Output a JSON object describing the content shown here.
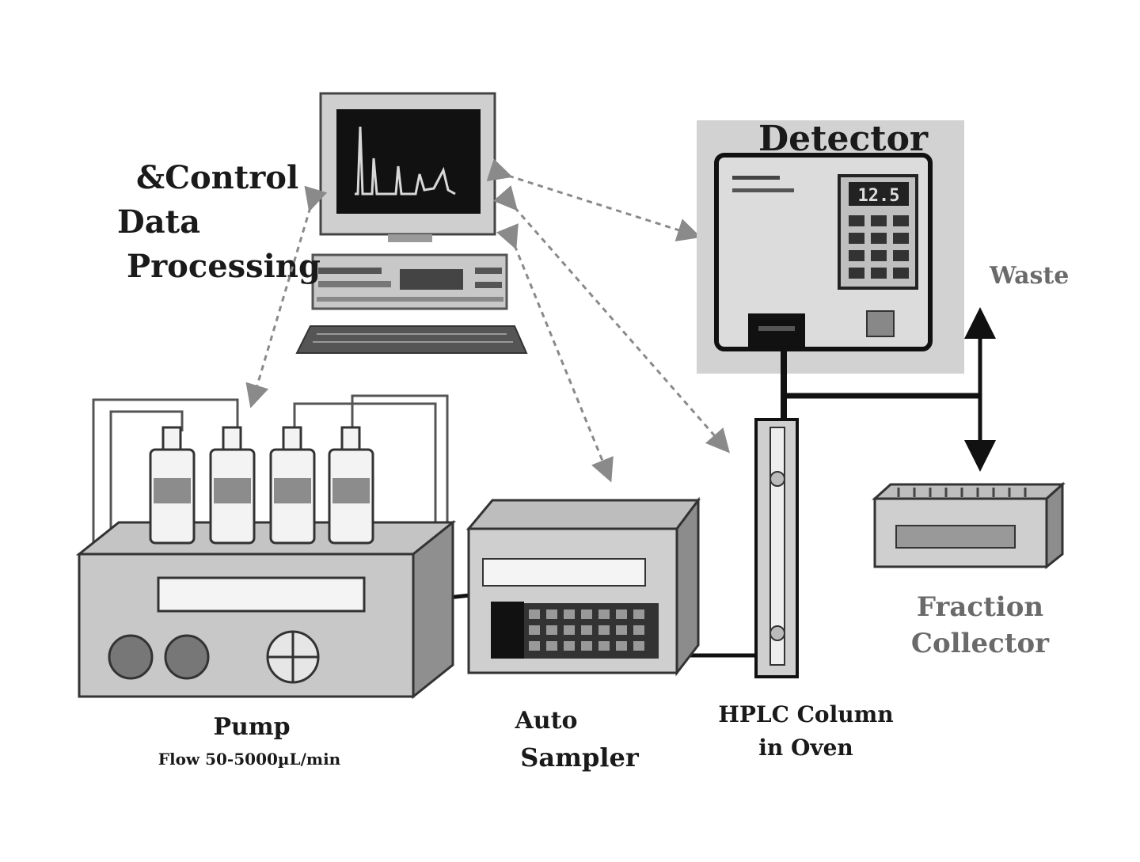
{
  "labels": {
    "control": "&Control",
    "data": "Data",
    "processing": "Processing",
    "detector": "Detector",
    "waste": "Waste",
    "fraction_line1": "Fraction",
    "fraction_line2": "Collector",
    "pump_line1": "Pump",
    "pump_line2": "Flow 50-5000µL/min",
    "auto_line1": "Auto",
    "auto_line2": "Sampler",
    "hplc_line1": "HPLC Column",
    "hplc_line2": "in Oven"
  },
  "detector_display": "12.5",
  "colors": {
    "ink": "#1a1a1a",
    "panel": "#d2d2d2",
    "screen": "#111111",
    "arrow": "#8a8a8a"
  }
}
